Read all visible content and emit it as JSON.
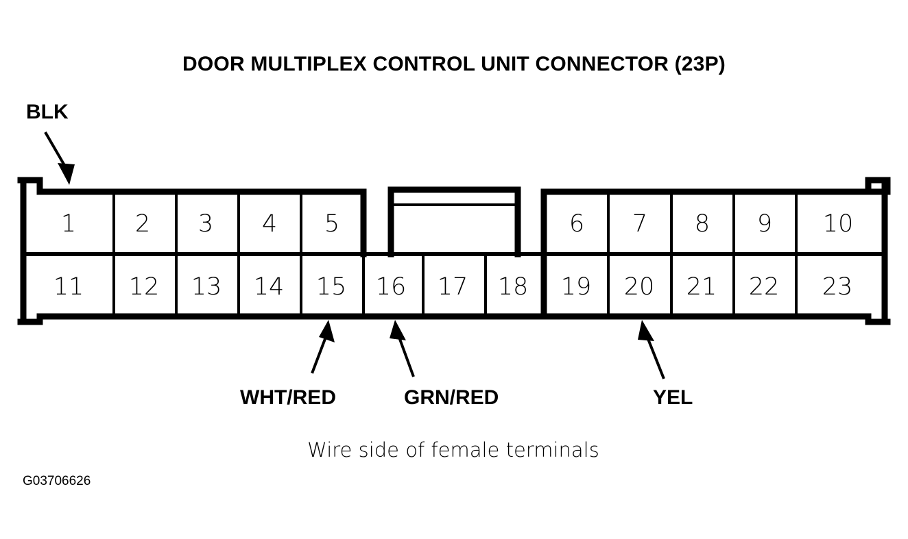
{
  "figure": {
    "title": "DOOR MULTIPLEX CONTROL UNIT CONNECTOR (23P)",
    "caption": "Wire side of female terminals",
    "figure_id": "G03706626",
    "connector_type": "23P",
    "ink_color": "#000000",
    "background_color": "#ffffff"
  },
  "connector": {
    "top_row": {
      "left_group": [
        "1",
        "2",
        "3",
        "4",
        "5"
      ],
      "right_group": [
        "6",
        "7",
        "8",
        "9",
        "10"
      ],
      "center_gap_label": ""
    },
    "bottom_row": [
      "11",
      "12",
      "13",
      "14",
      "15",
      "16",
      "17",
      "18",
      "19",
      "20",
      "21",
      "22",
      "23"
    ]
  },
  "wire_labels": [
    {
      "name": "BLK",
      "points_to_pin": "1",
      "position": "top-left"
    },
    {
      "name": "WHT/RED",
      "points_to_pin": "15",
      "position": "bottom"
    },
    {
      "name": "GRN/RED",
      "points_to_pin": "16",
      "position": "bottom"
    },
    {
      "name": "YEL",
      "points_to_pin": "20",
      "position": "bottom"
    }
  ]
}
